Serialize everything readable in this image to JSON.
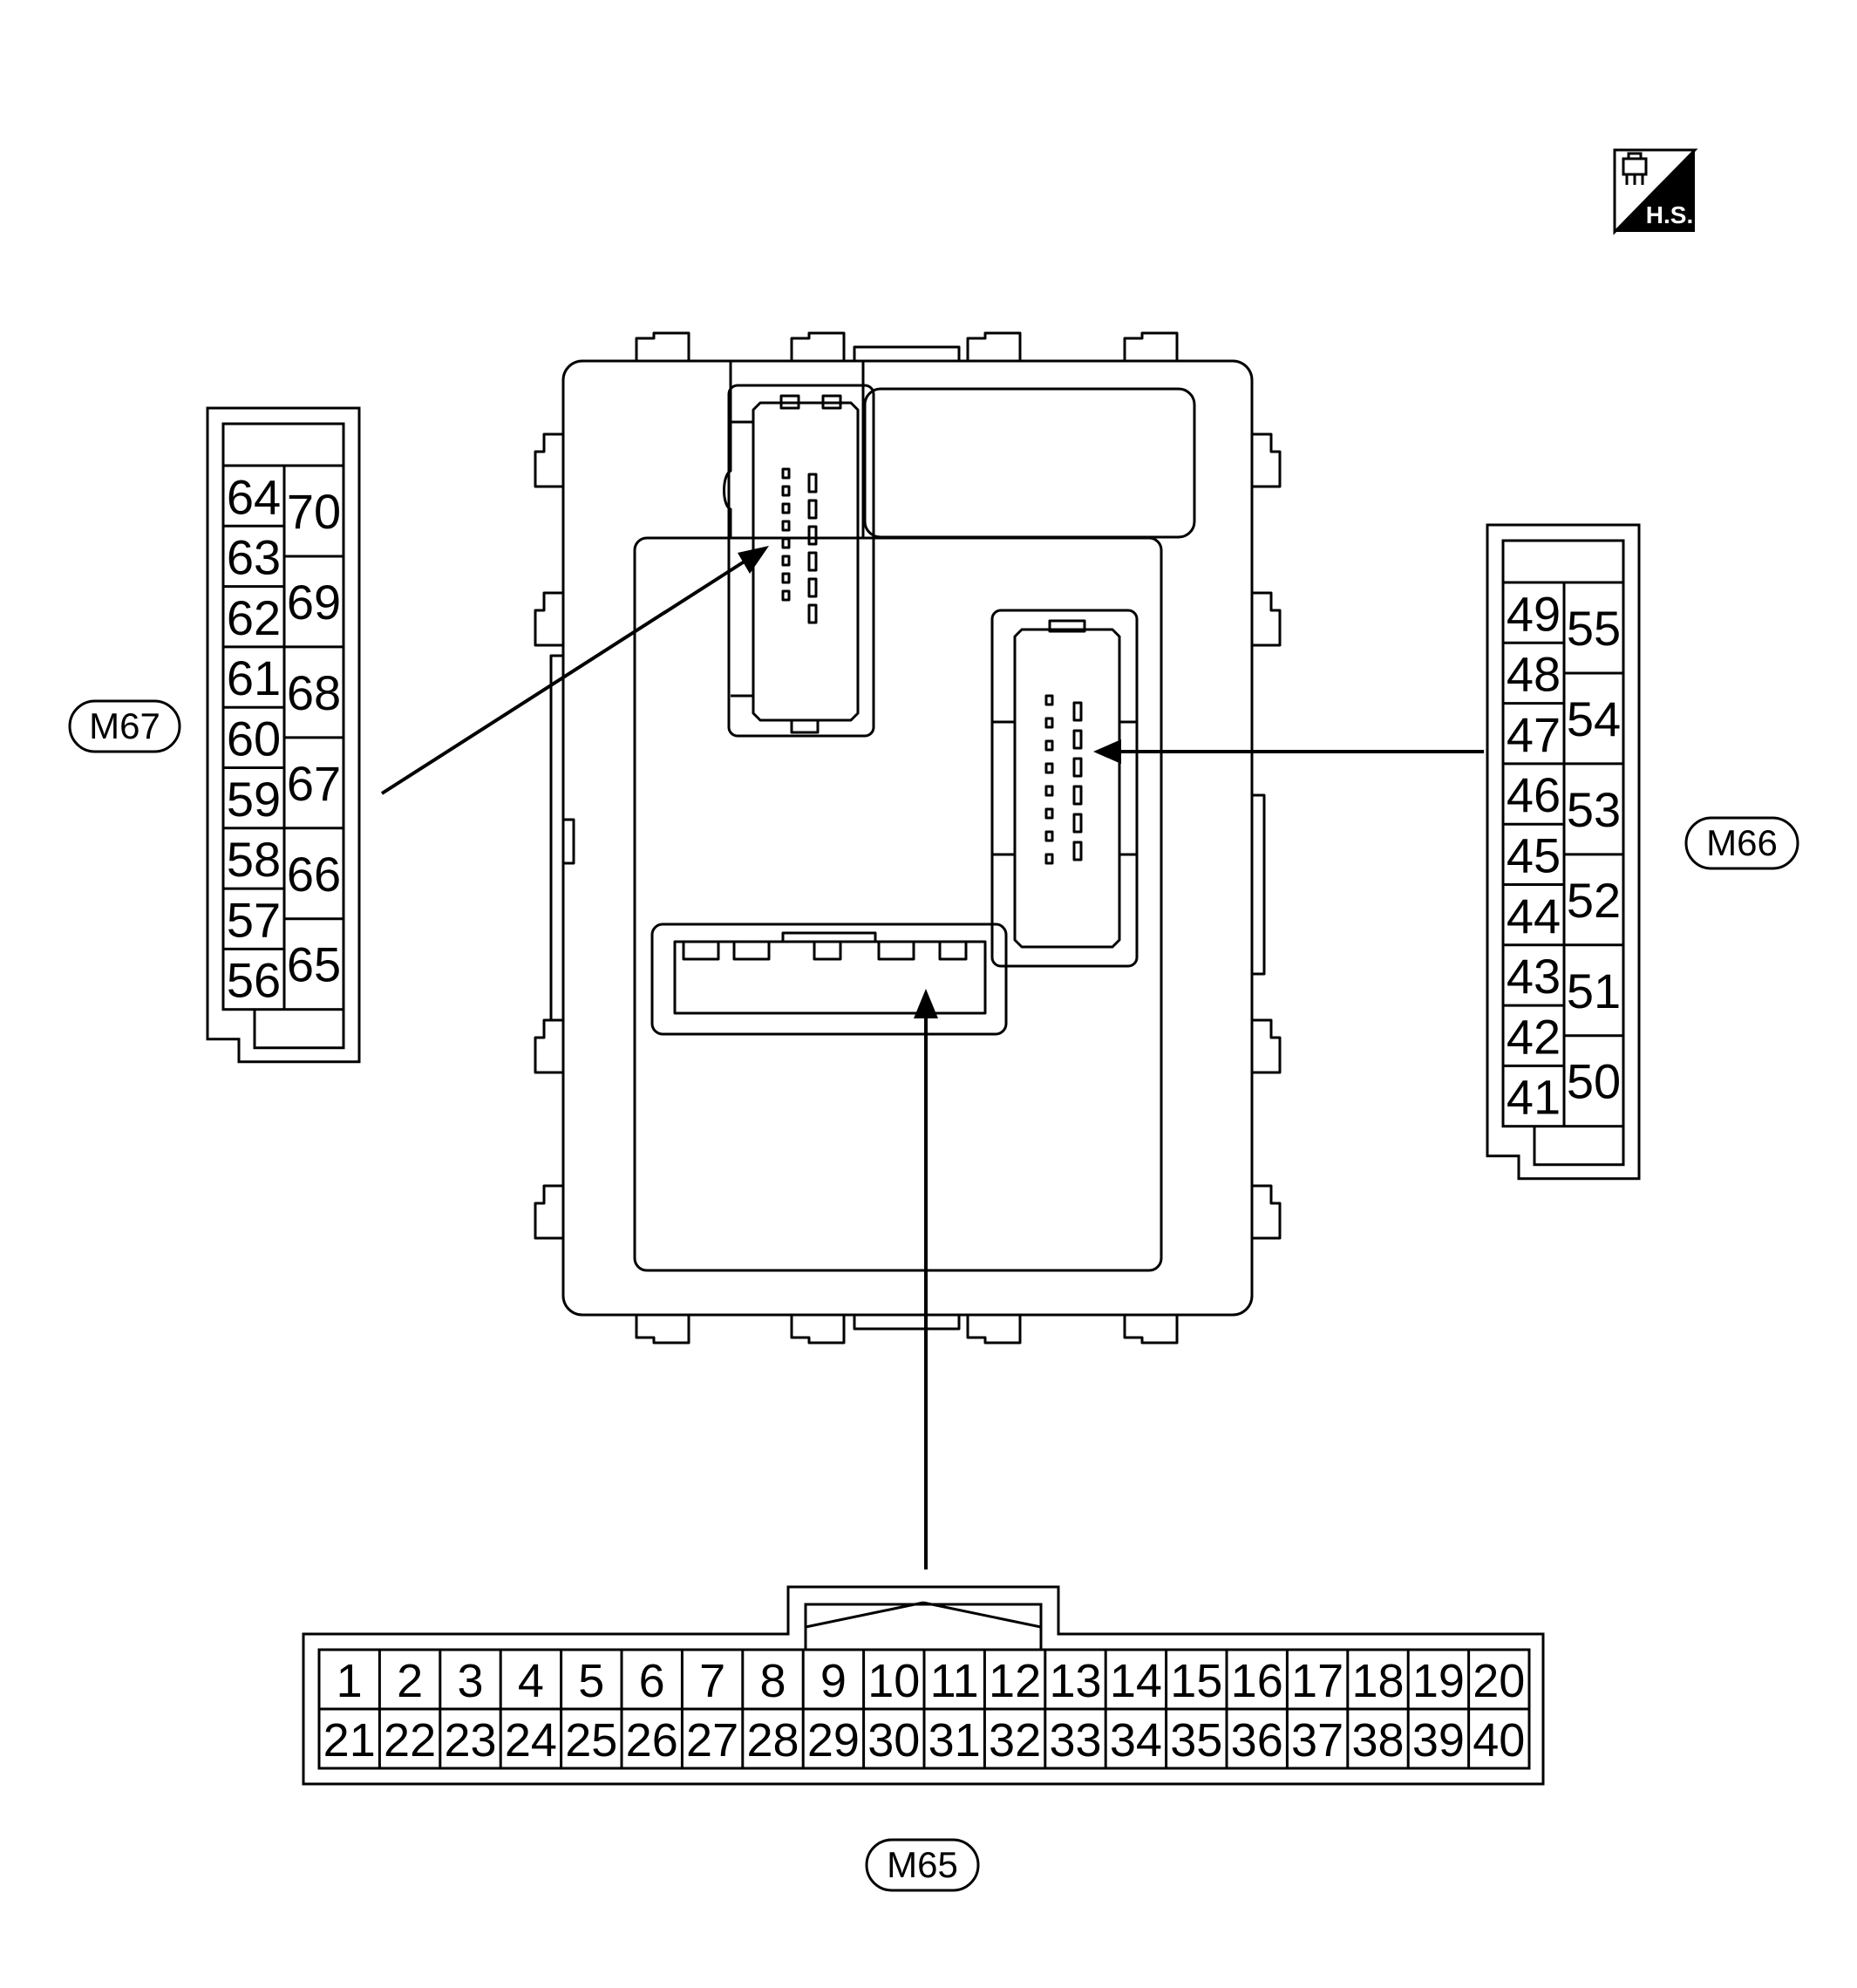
{
  "badge": {
    "icon": "harness-connector-icon",
    "label": "H.S."
  },
  "connectors": {
    "m67": {
      "label": "M67",
      "left_pins": [
        "64",
        "63",
        "62",
        "61",
        "60",
        "59",
        "58",
        "57",
        "56"
      ],
      "right_pins": [
        "70",
        "69",
        "68",
        "67",
        "66",
        "65"
      ]
    },
    "m66": {
      "label": "M66",
      "left_pins": [
        "49",
        "48",
        "47",
        "46",
        "45",
        "44",
        "43",
        "42",
        "41"
      ],
      "right_pins": [
        "55",
        "54",
        "53",
        "52",
        "51",
        "50"
      ]
    },
    "m65": {
      "label": "M65",
      "top_row": [
        "1",
        "2",
        "3",
        "4",
        "5",
        "6",
        "7",
        "8",
        "9",
        "10",
        "11",
        "12",
        "13",
        "14",
        "15",
        "16",
        "17",
        "18",
        "19",
        "20"
      ],
      "bottom_row": [
        "21",
        "22",
        "23",
        "24",
        "25",
        "26",
        "27",
        "28",
        "29",
        "30",
        "31",
        "32",
        "33",
        "34",
        "35",
        "36",
        "37",
        "38",
        "39",
        "40"
      ]
    }
  },
  "colors": {
    "line": "#000000",
    "background": "#ffffff"
  }
}
